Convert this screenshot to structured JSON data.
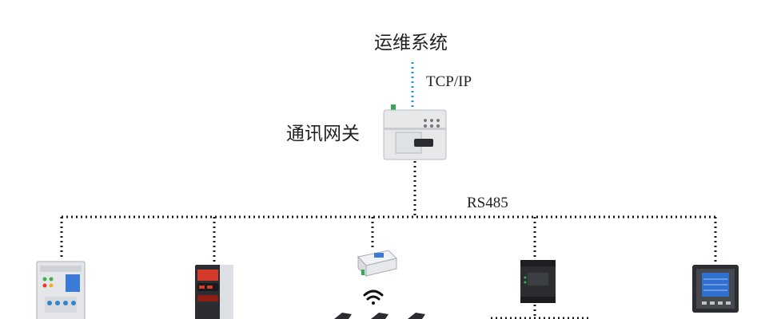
{
  "diagram": {
    "top_system_label": "运维系统",
    "uplink_label": "TCP/IP",
    "gateway_label": "通讯网关",
    "bus_label": "RS485"
  },
  "colors": {
    "uplink_line": "#1e9ad6",
    "bus_line": "#1a1a1a",
    "device_body": "#e4e6e9",
    "device_dark": "#2b2d30",
    "display_blue": "#3a7bd5",
    "display_red": "#d63a2a"
  },
  "devices": [
    {
      "icon": "protection-relay-icon"
    },
    {
      "icon": "controller-red-display-icon"
    },
    {
      "icon": "wireless-gateway-icon"
    },
    {
      "icon": "io-module-icon"
    },
    {
      "icon": "power-meter-icon"
    }
  ]
}
